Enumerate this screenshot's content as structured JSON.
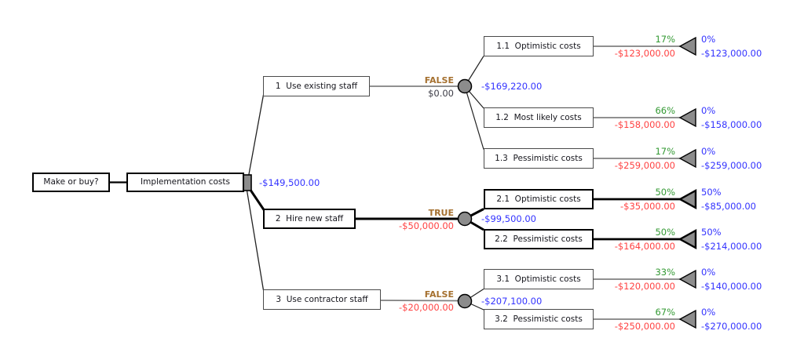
{
  "diagram_type": "decision-tree",
  "colors": {
    "probability_green": "#339933",
    "cost_red": "#ff4242",
    "value_blue": "#3333ff",
    "flag_brown": "#a5702f",
    "node_gray": "#8c8c8c"
  },
  "root": {
    "question": "Make or buy?",
    "decision": "Implementation costs",
    "value": "-$149,500.00"
  },
  "branches": [
    {
      "label": "1  Use existing staff",
      "flag": "FALSE",
      "cost": "$0.00",
      "value": "-$169,220.00",
      "leaves": [
        {
          "label": "1.1  Optimistic costs",
          "prob": "17%",
          "cost": "-$123,000.00",
          "end_prob": "0%",
          "end_value": "-$123,000.00"
        },
        {
          "label": "1.2  Most likely costs",
          "prob": "66%",
          "cost": "-$158,000.00",
          "end_prob": "0%",
          "end_value": "-$158,000.00"
        },
        {
          "label": "1.3  Pessimistic costs",
          "prob": "17%",
          "cost": "-$259,000.00",
          "end_prob": "0%",
          "end_value": "-$259,000.00"
        }
      ]
    },
    {
      "label": "2  Hire new staff",
      "flag": "TRUE",
      "cost": "-$50,000.00",
      "value": "-$99,500.00",
      "leaves": [
        {
          "label": "2.1  Optimistic costs",
          "prob": "50%",
          "cost": "-$35,000.00",
          "end_prob": "50%",
          "end_value": "-$85,000.00"
        },
        {
          "label": "2.2  Pessimistic costs",
          "prob": "50%",
          "cost": "-$164,000.00",
          "end_prob": "50%",
          "end_value": "-$214,000.00"
        }
      ]
    },
    {
      "label": "3  Use contractor staff",
      "flag": "FALSE",
      "cost": "-$20,000.00",
      "value": "-$207,100.00",
      "leaves": [
        {
          "label": "3.1  Optimistic costs",
          "prob": "33%",
          "cost": "-$120,000.00",
          "end_prob": "0%",
          "end_value": "-$140,000.00"
        },
        {
          "label": "3.2  Pessimistic costs",
          "prob": "67%",
          "cost": "-$250,000.00",
          "end_prob": "0%",
          "end_value": "-$270,000.00"
        }
      ]
    }
  ]
}
